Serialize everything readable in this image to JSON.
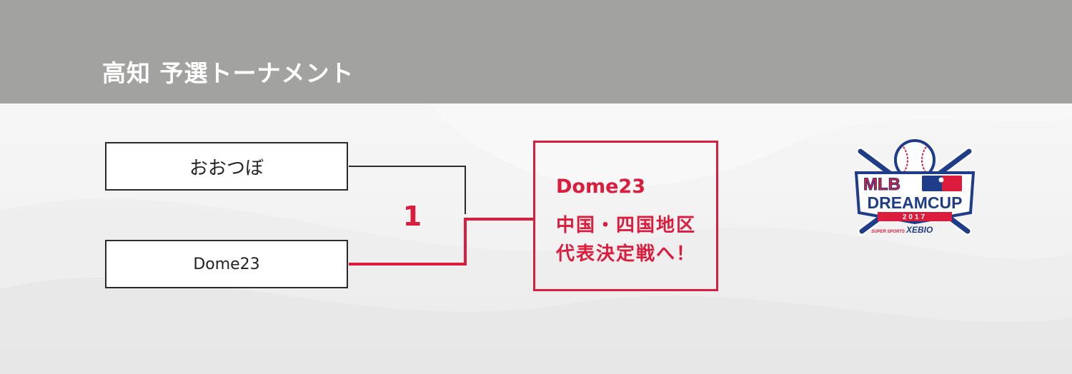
{
  "header": {
    "title": "高知 予選トーナメント",
    "background_color": "#a2a2a0"
  },
  "bracket": {
    "teams": [
      "おおつぼ",
      "Dome23"
    ],
    "match_number": "1",
    "winner": "Dome23",
    "result_lines": [
      "中国・四国地区",
      "代表決定戦へ！"
    ],
    "accent_color": "#dc1c3c",
    "line_color": "#2b2b2b"
  },
  "logo": {
    "name": "mlb-dreamcup-logo",
    "line1": "MLB",
    "line2": "DREAMCUP",
    "year": "2017",
    "sponsor_small": "SUPER SPORTS",
    "sponsor": "XEBIO"
  }
}
